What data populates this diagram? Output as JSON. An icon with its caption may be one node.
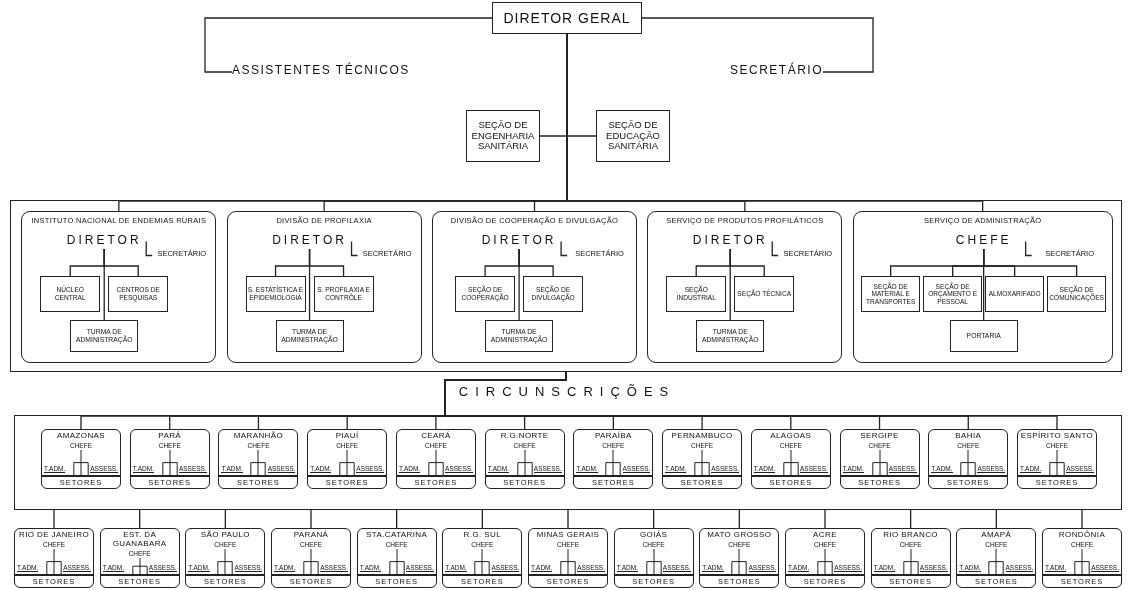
{
  "diagram": {
    "nodes": [
      {
        "text": [
          "DIRETOR GERAL"
        ]
      },
      {
        "text": [
          "ASSISTENTES TÉCNICOS"
        ]
      },
      {
        "text": [
          "SECRETÁRIO"
        ]
      },
      {
        "text": [
          "SEÇÃO DE ENGENHARIA SANITÁRIA"
        ]
      },
      {
        "text": [
          "SEÇÃO DE EDUCAÇÃO SANITÁRIA"
        ]
      },
      {
        "text": [],
        "shape": "box"
      },
      {
        "text": [
          "INSTITUTO NACIONAL DE ENDEMIAS RURAIS"
        ],
        "in": 5
      },
      {
        "text": [
          "DIRETOR"
        ],
        "in": 6
      },
      {
        "text": [
          "SECRETÁRIO"
        ],
        "in": 6
      },
      {
        "text": [
          "NÚCLEO CENTRAL"
        ],
        "in": 6
      },
      {
        "text": [
          "CENTROS DE PESQUISAS"
        ],
        "in": 6
      },
      {
        "text": [
          "TURMA DE ADMINISTRAÇÃO"
        ],
        "in": 6
      },
      {
        "text": [
          "DIVISÃO DE PROFILAXIA"
        ],
        "in": 5
      },
      {
        "text": [
          "DIRETOR"
        ],
        "in": 12
      },
      {
        "text": [
          "SECRETÁRIO"
        ],
        "in": 12
      },
      {
        "text": [
          "S. ESTATÍSTICA E EPIDEMIOLOGIA"
        ],
        "in": 12
      },
      {
        "text": [
          "S. PROFILAXIA E CONTRÔLE"
        ],
        "in": 12
      },
      {
        "text": [
          "TURMA DE ADMINISTRAÇÃO"
        ],
        "in": 12
      },
      {
        "text": [
          "DIVISÃO DE COOPERAÇÃO E DIVULGAÇÃO"
        ],
        "in": 5
      },
      {
        "text": [
          "DIRETOR"
        ],
        "in": 18
      },
      {
        "text": [
          "SECRETÁRIO"
        ],
        "in": 18
      },
      {
        "text": [
          "SEÇÃO DE COOPERAÇÃO"
        ],
        "in": 18
      },
      {
        "text": [
          "SEÇÃO DE DIVULGAÇÃO"
        ],
        "in": 18
      },
      {
        "text": [
          "TURMA DE ADMINISTRAÇÃO"
        ],
        "in": 18
      },
      {
        "text": [
          "SERVIÇO DE PRODUTOS PROFILÁTICOS"
        ],
        "in": 5
      },
      {
        "text": [
          "DIRETOR"
        ],
        "in": 24
      },
      {
        "text": [
          "SECRETÁRIO"
        ],
        "in": 24
      },
      {
        "text": [
          "SEÇÃO INDUSTRIAL"
        ],
        "in": 24
      },
      {
        "text": [
          "SEÇÃO TÉCNICA"
        ],
        "in": 24
      },
      {
        "text": [
          "TURMA DE ADMINISTRAÇÃO"
        ],
        "in": 24
      },
      {
        "text": [
          "SERVIÇO DE ADMINISTRAÇÃO"
        ],
        "in": 5
      },
      {
        "text": [
          "CHEFE"
        ],
        "in": 30
      },
      {
        "text": [
          "SECRETÁRIO"
        ],
        "in": 30
      },
      {
        "text": [
          "SEÇÃO DE MATERIAL E TRANSPORTES"
        ],
        "in": 30
      },
      {
        "text": [
          "SEÇÃO DE ORÇAMENTO E PESSOAL"
        ],
        "in": 30
      },
      {
        "text": [
          "ALMOXARIFADO"
        ],
        "in": 30
      },
      {
        "text": [
          "SEÇÃO DE COMUNICAÇÕES"
        ],
        "in": 30
      },
      {
        "text": [
          "PORTARIA"
        ],
        "in": 30
      },
      {
        "text": [],
        "shape": "box"
      },
      {
        "text": [
          "AMAZONAS",
          "CHEFE",
          "T.ADM.",
          "ASSESS.",
          "SETORES"
        ],
        "in": 38
      },
      {
        "text": [
          "PARÁ",
          "CHEFE",
          "T.ADM.",
          "ASSESS.",
          "SETORES"
        ],
        "in": 38
      },
      {
        "text": [
          "MARANHÃO",
          "CHEFE",
          "T.ADM.",
          "ASSESS.",
          "SETORES"
        ],
        "in": 38
      },
      {
        "text": [
          "PIAUÍ",
          "CHEFE",
          "T.ADM.",
          "ASSESS.",
          "SETORES"
        ],
        "in": 38
      },
      {
        "text": [
          "CEARÁ",
          "CHEFE",
          "T.ADM.",
          "ASSESS.",
          "SETORES"
        ],
        "in": 38
      },
      {
        "text": [
          "R.G.NORTE",
          "CHEFE",
          "T.ADM.",
          "ASSESS.",
          "SETORES"
        ],
        "in": 38
      },
      {
        "text": [
          "PARAÍBA",
          "CHEFE",
          "T.ADM.",
          "ASSESS.",
          "SETORES"
        ],
        "in": 38
      },
      {
        "text": [
          "PERNAMBUCO",
          "CHEFE",
          "T.ADM.",
          "ASSESS.",
          "SETORES"
        ],
        "in": 38
      },
      {
        "text": [
          "ALAGOAS",
          "CHEFE",
          "T.ADM.",
          "ASSESS.",
          "SETORES"
        ],
        "in": 38
      },
      {
        "text": [
          "SERGIPE",
          "CHEFE",
          "T.ADM.",
          "ASSESS.",
          "SETORES"
        ],
        "in": 38
      },
      {
        "text": [
          "BAHIA",
          "CHEFE",
          "T.ADM.",
          "ASSESS.",
          "SETORES"
        ],
        "in": 38
      },
      {
        "text": [
          "ESPÍRITO SANTO",
          "CHEFE",
          "T.ADM.",
          "ASSESS.",
          "SETORES"
        ],
        "in": 38
      },
      {
        "text": [
          "RIO DE JANEIRO",
          "CHEFE",
          "T.ADM.",
          "ASSESS.",
          "SETORES"
        ]
      },
      {
        "text": [
          "EST. DA GUANABARA",
          "CHEFE",
          "T.ADM.",
          "ASSESS.",
          "SETORES"
        ]
      },
      {
        "text": [
          "SÃO PAULO",
          "CHEFE",
          "T.ADM.",
          "ASSESS.",
          "SETORES"
        ]
      },
      {
        "text": [
          "PARANÁ",
          "CHEFE",
          "T.ADM.",
          "ASSESS.",
          "SETORES"
        ]
      },
      {
        "text": [
          "STA.CATARINA",
          "CHEFE",
          "T.ADM.",
          "ASSESS.",
          "SETORES"
        ]
      },
      {
        "text": [
          "R.G. SUL",
          "CHEFE",
          "T.ADM.",
          "ASSESS.",
          "SETORES"
        ]
      },
      {
        "text": [
          "MINAS GERAIS",
          "CHEFE",
          "T.ADM.",
          "ASSESS.",
          "SETORES"
        ]
      },
      {
        "text": [
          "GOIÁS",
          "CHEFE",
          "T.ADM.",
          "ASSESS.",
          "SETORES"
        ]
      },
      {
        "text": [
          "MATO GROSSO",
          "CHEFE",
          "T.ADM.",
          "ASSESS.",
          "SETORES"
        ]
      },
      {
        "text": [
          "ACRE",
          "CHEFE",
          "T.ADM.",
          "ASSESS.",
          "SETORES"
        ]
      },
      {
        "text": [
          "RIO BRANCO",
          "CHEFE",
          "T.ADM.",
          "ASSESS.",
          "SETORES"
        ]
      },
      {
        "text": [
          "AMAPÁ",
          "CHEFE",
          "T.ADM.",
          "ASSESS.",
          "SETORES"
        ]
      },
      {
        "text": [
          "RONDÔNIA",
          "CHEFE",
          "T.ADM.",
          "ASSESS.",
          "SETORES"
        ]
      }
    ],
    "edges": [
      {
        "from": 0,
        "to": 1,
        "arrow": "none"
      },
      {
        "from": 0,
        "to": 2,
        "arrow": "none"
      },
      {
        "from": 0,
        "to": 3,
        "arrow": "none"
      },
      {
        "from": 0,
        "to": 4,
        "arrow": "none"
      },
      {
        "from": 0,
        "to": 6,
        "arrow": "none"
      },
      {
        "from": 0,
        "to": 12,
        "arrow": "none"
      },
      {
        "from": 0,
        "to": 18,
        "arrow": "none"
      },
      {
        "from": 0,
        "to": 24,
        "arrow": "none"
      },
      {
        "from": 0,
        "to": 30,
        "arrow": "none"
      },
      {
        "from": 7,
        "to": 8,
        "arrow": "none"
      },
      {
        "from": 7,
        "to": 9,
        "arrow": "none"
      },
      {
        "from": 7,
        "to": 10,
        "arrow": "none"
      },
      {
        "from": 7,
        "to": 11,
        "arrow": "none"
      },
      {
        "from": 13,
        "to": 14,
        "arrow": "none"
      },
      {
        "from": 13,
        "to": 15,
        "arrow": "none"
      },
      {
        "from": 13,
        "to": 16,
        "arrow": "none"
      },
      {
        "from": 13,
        "to": 17,
        "arrow": "none"
      },
      {
        "from": 19,
        "to": 20,
        "arrow": "none"
      },
      {
        "from": 19,
        "to": 21,
        "arrow": "none"
      },
      {
        "from": 19,
        "to": 22,
        "arrow": "none"
      },
      {
        "from": 19,
        "to": 23,
        "arrow": "none"
      },
      {
        "from": 25,
        "to": 26,
        "arrow": "none"
      },
      {
        "from": 25,
        "to": 27,
        "arrow": "none"
      },
      {
        "from": 25,
        "to": 28,
        "arrow": "none"
      },
      {
        "from": 25,
        "to": 29,
        "arrow": "none"
      },
      {
        "from": 31,
        "to": 32,
        "arrow": "none"
      },
      {
        "from": 31,
        "to": 33,
        "arrow": "none"
      },
      {
        "from": 31,
        "to": 34,
        "arrow": "none"
      },
      {
        "from": 31,
        "to": 35,
        "arrow": "none"
      },
      {
        "from": 31,
        "to": 36,
        "arrow": "none"
      },
      {
        "from": 31,
        "to": 37,
        "arrow": "none"
      },
      {
        "from": 5,
        "to": 39,
        "arrow": "none"
      },
      {
        "from": 5,
        "to": 40,
        "arrow": "none"
      },
      {
        "from": 5,
        "to": 41,
        "arrow": "none"
      },
      {
        "from": 5,
        "to": 42,
        "arrow": "none"
      },
      {
        "from": 5,
        "to": 43,
        "arrow": "none"
      },
      {
        "from": 5,
        "to": 44,
        "arrow": "none"
      },
      {
        "from": 5,
        "to": 45,
        "arrow": "none"
      },
      {
        "from": 5,
        "to": 46,
        "arrow": "none"
      },
      {
        "from": 5,
        "to": 47,
        "arrow": "none"
      },
      {
        "from": 5,
        "to": 48,
        "arrow": "none"
      },
      {
        "from": 5,
        "to": 49,
        "arrow": "none"
      },
      {
        "from": 5,
        "to": 50,
        "arrow": "none"
      },
      {
        "from": 38,
        "to": 51,
        "arrow": "none"
      },
      {
        "from": 38,
        "to": 52,
        "arrow": "none"
      },
      {
        "from": 38,
        "to": 53,
        "arrow": "none"
      },
      {
        "from": 38,
        "to": 54,
        "arrow": "none"
      },
      {
        "from": 38,
        "to": 55,
        "arrow": "none"
      },
      {
        "from": 38,
        "to": 56,
        "arrow": "none"
      },
      {
        "from": 38,
        "to": 57,
        "arrow": "none"
      },
      {
        "from": 38,
        "to": 58,
        "arrow": "none"
      },
      {
        "from": 38,
        "to": 59,
        "arrow": "none"
      },
      {
        "from": 38,
        "to": 60,
        "arrow": "none"
      },
      {
        "from": 38,
        "to": 61,
        "arrow": "none"
      },
      {
        "from": 38,
        "to": 62,
        "arrow": "none"
      },
      {
        "from": 38,
        "to": 63,
        "arrow": "none"
      }
    ],
    "labels": [
      "CIRCUNSCRIÇÕES"
    ]
  }
}
